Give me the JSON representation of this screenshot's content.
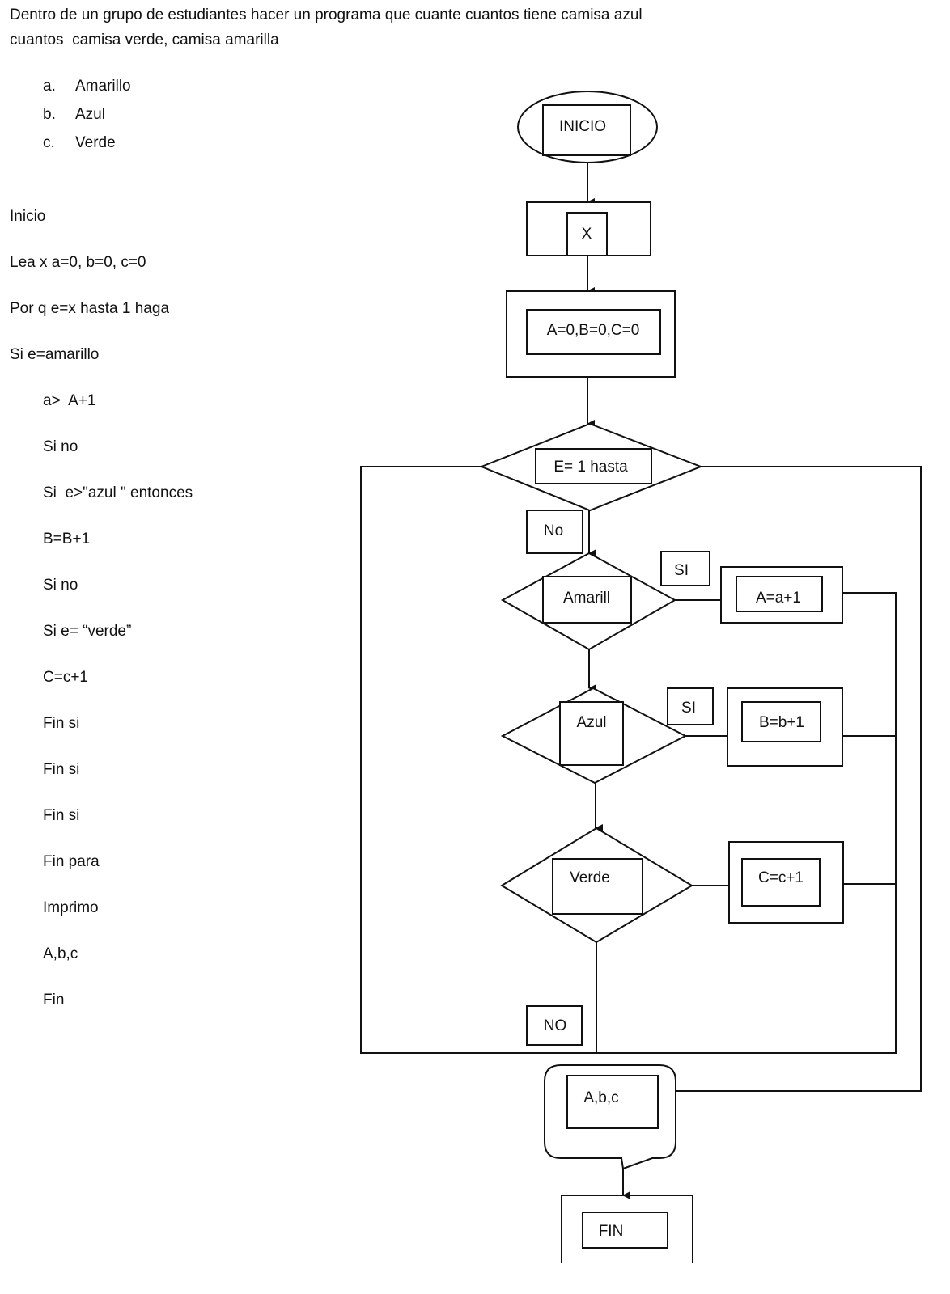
{
  "problem": {
    "line1": "Dentro de un grupo de estudiantes hacer un programa que cuante cuantos tiene camisa azul",
    "line2": "cuantos  camisa verde, camisa amarilla"
  },
  "options": [
    {
      "marker": "a.",
      "label": "Amarillo"
    },
    {
      "marker": "b.",
      "label": "Azul"
    },
    {
      "marker": "c.",
      "label": "Verde"
    }
  ],
  "pseudocode": [
    "Inicio",
    "Lea x a=0, b=0, c=0",
    "Por q e=x hasta 1 haga",
    "Si e=amarillo",
    "a>  A+1",
    "Si no",
    "Si  e>\"azul \" entonces",
    "B=B+1",
    "Si no",
    "Si e= “verde”",
    "C=c+1",
    "Fin si",
    "Fin si",
    "Fin si",
    "Fin para",
    "Imprimo",
    "A,b,c",
    "Fin"
  ],
  "flowchart": {
    "start": "INICIO",
    "input": "X",
    "init": "A=0,B=0,C=0",
    "loop": "E= 1 hasta",
    "no_label": "No",
    "cond_yellow": "Amarill",
    "yes_yellow": "SI",
    "inc_a": "A=a+1",
    "cond_blue": "Azul",
    "yes_blue": "SI",
    "inc_b": "B=b+1",
    "cond_green": "Verde",
    "inc_c": "C=c+1",
    "no_label_2": "NO",
    "output": "A,b,c",
    "end": "FIN"
  }
}
